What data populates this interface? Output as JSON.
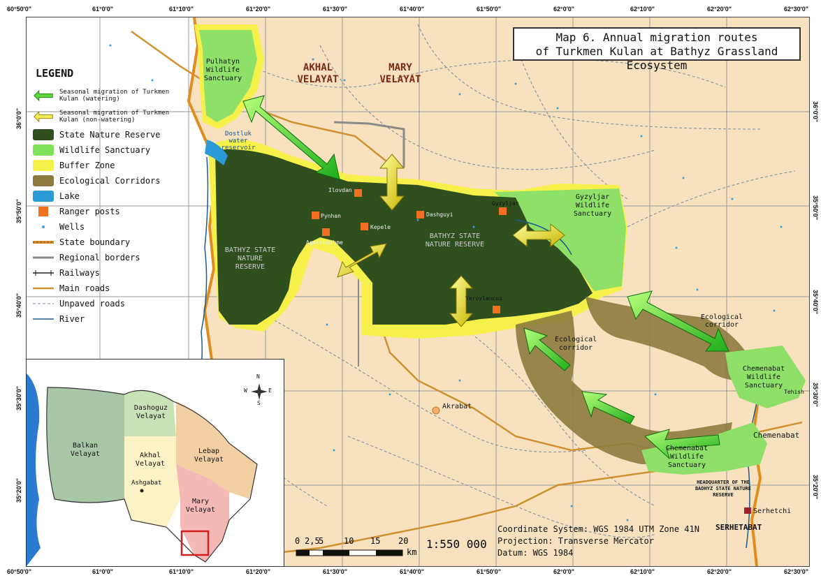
{
  "title": {
    "line1": "Map 6. Annual migration routes",
    "line2": "of Turkmen Kulan at Bathyz Grassland Ecosystem"
  },
  "coords": {
    "top": [
      "60°50'0\"",
      "61°0'0\"",
      "61°10'0\"",
      "61°20'0\"",
      "61°30'0\"",
      "61°40'0\"",
      "61°50'0\"",
      "62°0'0\"",
      "62°10'0\"",
      "62°20'0\"",
      "62°30'0\""
    ],
    "bottom": [
      "60°50'0\"",
      "61°0'0\"",
      "61°10'0\"",
      "61°20'0\"",
      "61°30'0\"",
      "61°40'0\"",
      "61°50'0\"",
      "62°0'0\"",
      "62°10'0\"",
      "62°20'0\"",
      "62°30'0\""
    ],
    "left": [
      "36°0'0\"",
      "35°50'0\"",
      "35°40'0\"",
      "35°30'0\"",
      "35°20'0\""
    ],
    "right": [
      "36°0'0\"",
      "35°50'0\"",
      "35°40'0\"",
      "35°30'0\"",
      "35°20'0\""
    ]
  },
  "legend": {
    "title": "LEGEND",
    "items": [
      {
        "label": "Seasonal migration of Turkmen Kulan (watering)",
        "symbol": "green-arrow-icon"
      },
      {
        "label": "Seasonal migration of Turkmen Kulan (non-watering)",
        "symbol": "yellow-arrow-icon"
      },
      {
        "label": "State Nature Reserve",
        "symbol": "swatch",
        "color": "#2f4f1f"
      },
      {
        "label": "Wildlife Sanctuary",
        "symbol": "swatch",
        "color": "#7fe25a"
      },
      {
        "label": "Buffer Zone",
        "symbol": "swatch",
        "color": "#f5f04a"
      },
      {
        "label": "Ecological Corridors",
        "symbol": "swatch",
        "color": "#8c7b3e"
      },
      {
        "label": "Lake",
        "symbol": "swatch",
        "color": "#2a9bd6"
      },
      {
        "label": "Ranger posts",
        "symbol": "ranger-post-icon"
      },
      {
        "label": "Wells",
        "symbol": "well-dot-icon"
      },
      {
        "label": "State boundary",
        "symbol": "line"
      },
      {
        "label": "Regional borders",
        "symbol": "line"
      },
      {
        "label": "Railways",
        "symbol": "line"
      },
      {
        "label": "Main roads",
        "symbol": "line"
      },
      {
        "label": "Unpaved roads",
        "symbol": "line"
      },
      {
        "label": "River",
        "symbol": "line"
      }
    ]
  },
  "regions": {
    "akhal": "AKHAL VELAYAT",
    "mary": "MARY VELAYAT"
  },
  "areas": {
    "pulhatyn": "Pulhatyn Wildlife Sanctuary",
    "bathyz_west": "BATHYZ STATE NATURE RESERVE",
    "bathyz_east": "BATHYZ STATE NATURE RESERVE",
    "gyzyljar": "Gyzyljar Wildlife Sanctuary",
    "chemenabat_north": "Chemenabat Wildlife Sanctuary",
    "chemenabat_south": "Chemenabat Wildlife Sanctuary",
    "corridor1": "Ecological corridor",
    "corridor2": "Ecological corridor",
    "dostluk": "Dostluk water reservoir"
  },
  "places": {
    "ilovdan": "Ilovdan",
    "pynhan": "Pynhan",
    "kepele": "Kepele",
    "dashguyi": "Dashguyi",
    "agarchashme": "Agarchashme",
    "gyzyljar_post": "Gyzyljar",
    "yeroylancuz": "Yeroylancuz",
    "akrabat": "Akrabat",
    "tehish": "Tehish",
    "chemenabat": "Chemenabat",
    "serhetchi": "Serhetchi",
    "serhetabat": "SERHETABAT",
    "hq": "HEADQUARTER OF THE BADHYZ STATE NATURE RESERVE"
  },
  "inset": {
    "balkan": "Balkan Velayat",
    "dashoguz": "Dashoguz Velayat",
    "akhal": "Akhal Velayat",
    "ashgabat": "Ashgabat",
    "lebap": "Lebap Velayat",
    "mary": "Mary Velayat",
    "compass": {
      "n": "N",
      "s": "S",
      "e": "E",
      "w": "W"
    }
  },
  "scale": {
    "ticks": [
      "0",
      "2,5",
      "5",
      "10",
      "15",
      "20"
    ],
    "unit": "km",
    "ratio": "1:550 000"
  },
  "coordsys": {
    "line1": "Coordinate System: WGS 1984 UTM Zone 41N",
    "line2": "Projection: Transverse Mercator",
    "line3": "Datum: WGS 1984"
  },
  "colors": {
    "background": "#f7e1bf",
    "reserve": "#2f4f1f",
    "sanctuary": "#8fe069",
    "buffer": "#f5f04a",
    "corridor": "#8c7b3e",
    "lake": "#2a9bd6",
    "ranger": "#f07020"
  }
}
